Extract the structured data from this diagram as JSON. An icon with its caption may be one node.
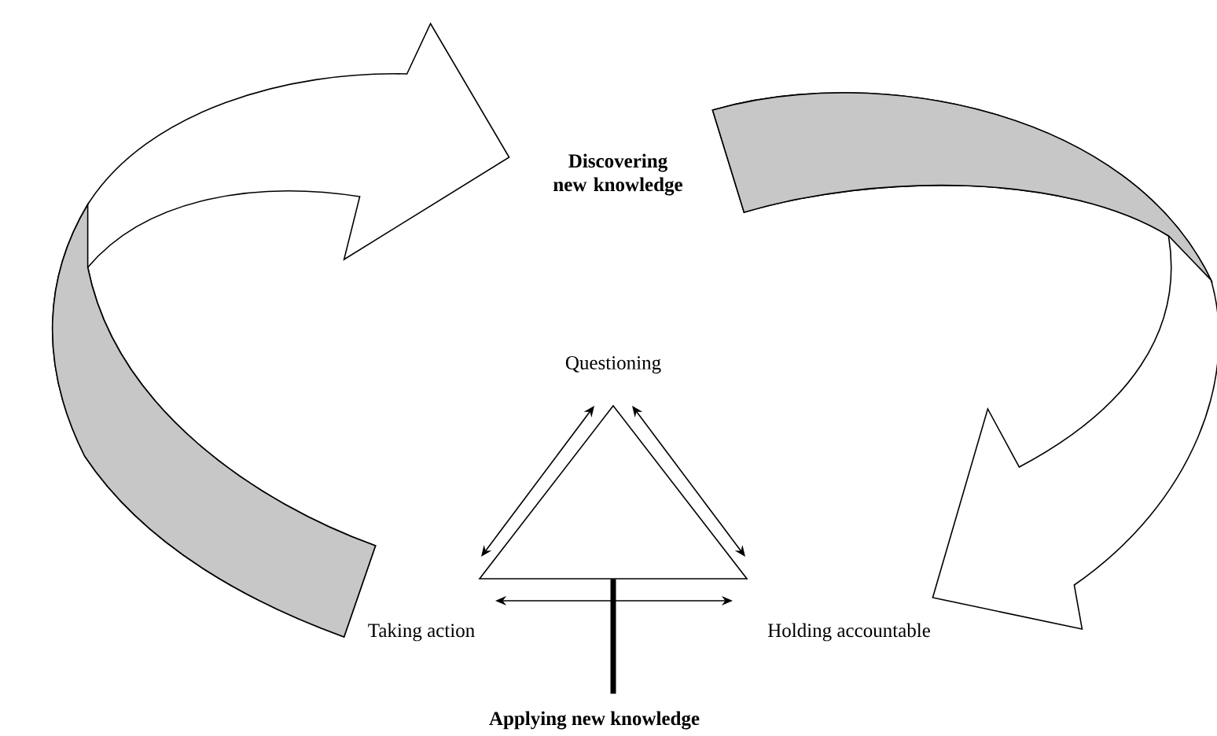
{
  "diagram": {
    "nodes": [
      {
        "text": [
          "Discovering new knowledge"
        ]
      },
      {
        "text": [
          "Questioning"
        ]
      },
      {
        "text": [
          "Taking action"
        ]
      },
      {
        "text": [
          "Holding accountable"
        ]
      },
      {
        "text": [
          "Applying new knowledge"
        ]
      },
      {
        "text": [],
        "shape": "triangle"
      }
    ],
    "edges": [
      {
        "from": 5,
        "to": 4,
        "arrow": "none"
      },
      {
        "from": null,
        "to": 0,
        "arrow": "to"
      },
      {
        "from": 0,
        "to": null,
        "arrow": "to"
      }
    ]
  }
}
